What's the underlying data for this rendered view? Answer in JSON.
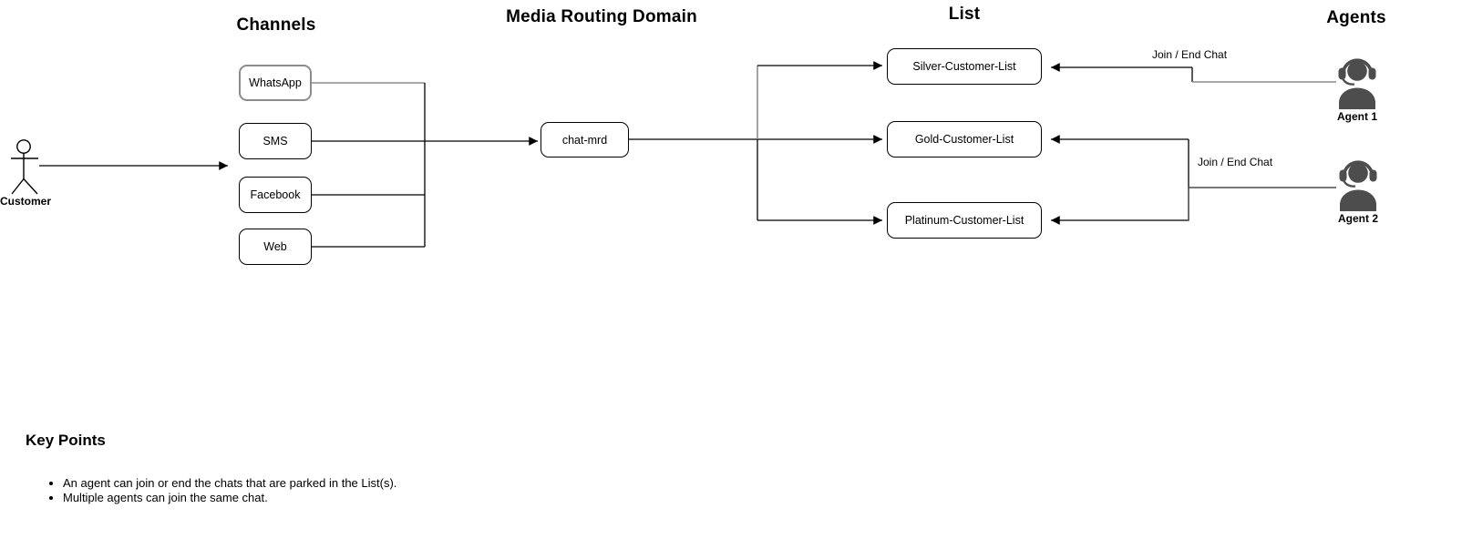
{
  "headings": {
    "channels": "Channels",
    "mrd": "Media Routing Domain",
    "list": "List",
    "agents": "Agents"
  },
  "customer": {
    "label": "Customer"
  },
  "channels": {
    "items": [
      {
        "label": "WhatsApp"
      },
      {
        "label": "SMS"
      },
      {
        "label": "Facebook"
      },
      {
        "label": "Web"
      }
    ]
  },
  "mrd_node": {
    "label": "chat-mrd"
  },
  "lists": {
    "items": [
      {
        "label": "Silver-Customer-List"
      },
      {
        "label": "Gold-Customer-List"
      },
      {
        "label": "Platinum-Customer-List"
      }
    ]
  },
  "agents": {
    "items": [
      {
        "label": "Agent 1"
      },
      {
        "label": "Agent 2"
      }
    ]
  },
  "edge_labels": {
    "agent1": "Join / End Chat",
    "agent2": "Join / End Chat"
  },
  "key_points": {
    "title": "Key Points",
    "bullets": [
      "An agent can join or end the chats that are parked in the List(s).",
      "Multiple agents can join the same chat."
    ]
  },
  "colors": {
    "background": "#ffffff",
    "line_black": "#000000",
    "line_gray": "#8c8c8c",
    "line_dark": "#4d4d4d",
    "agent_icon": "#4d4d4d",
    "node_border": "#000000",
    "node_fill": "#ffffff",
    "whatsapp_border": "#8c8c8c"
  }
}
